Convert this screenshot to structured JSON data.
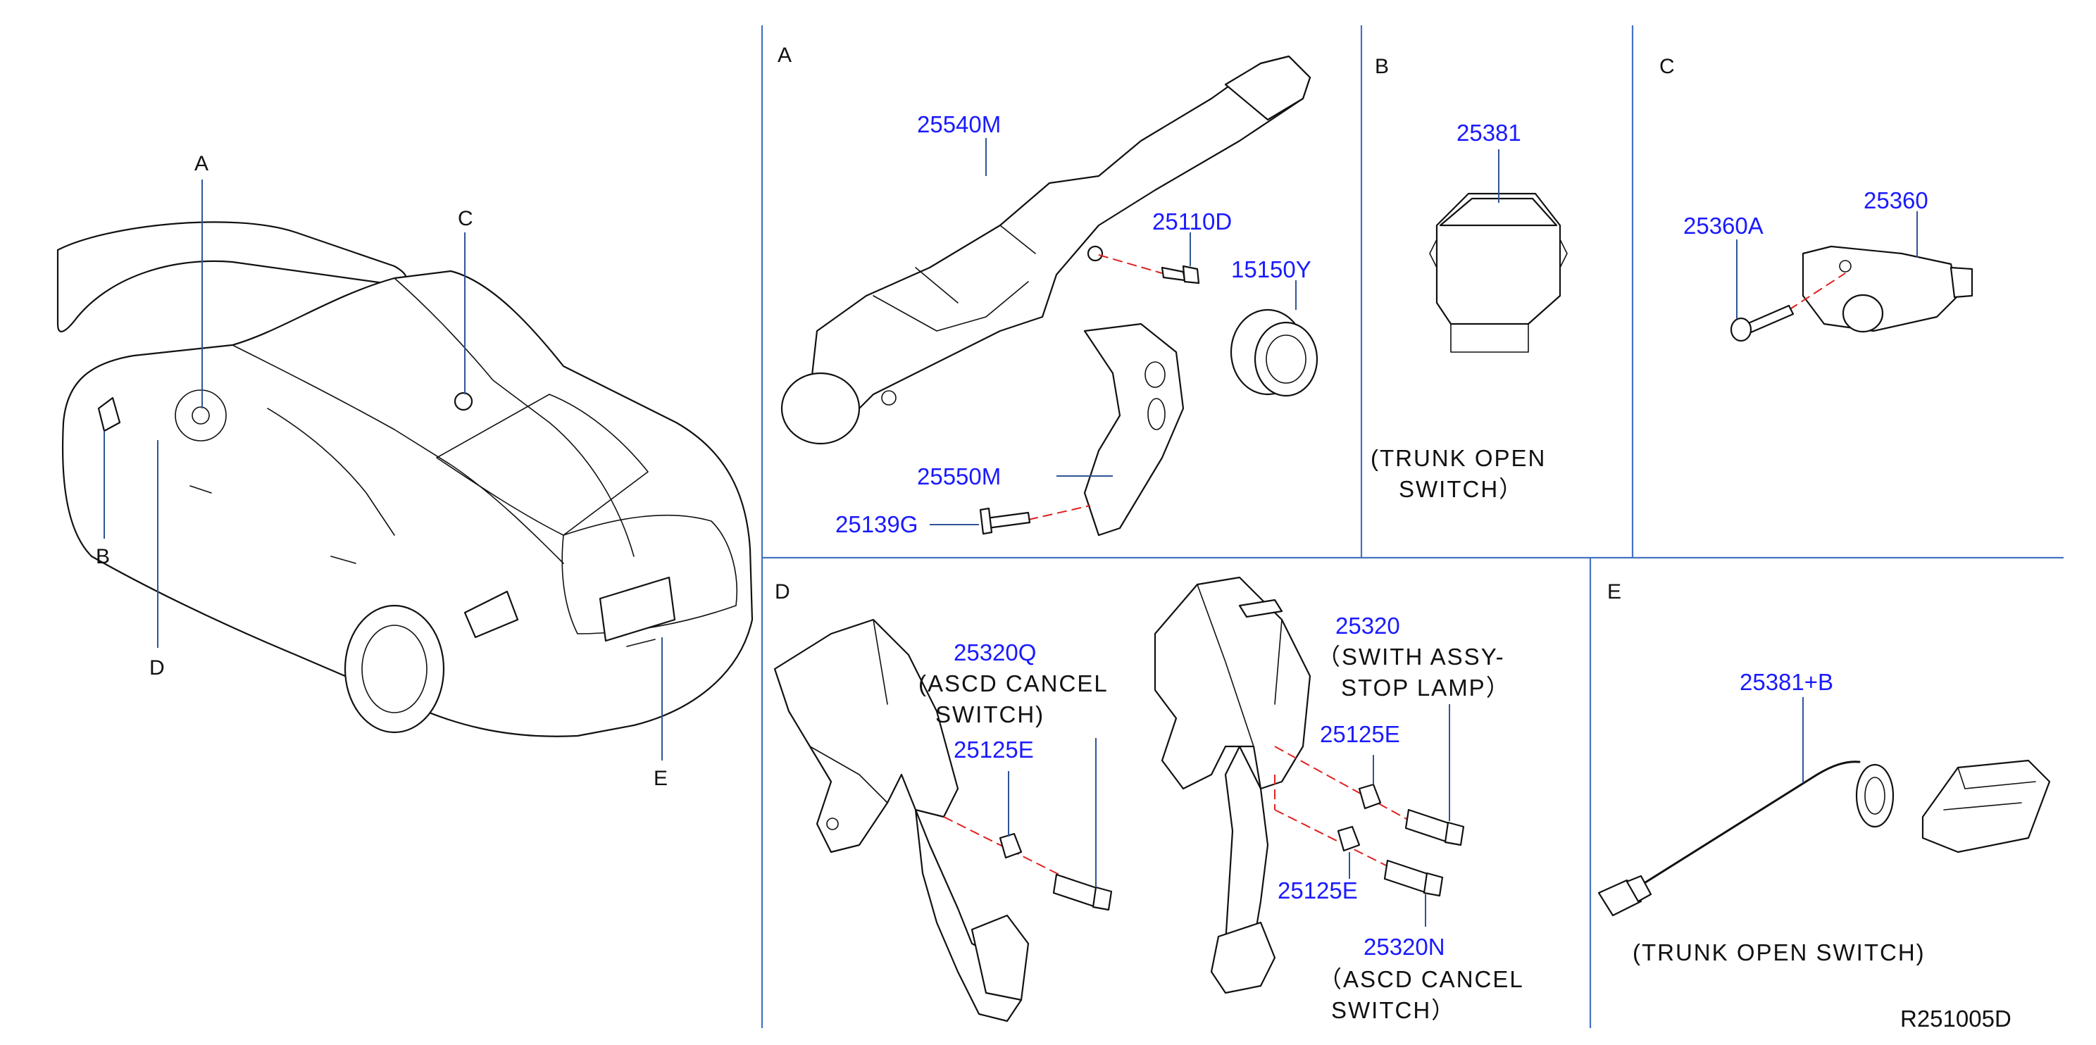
{
  "sections": {
    "A": "A",
    "B": "B",
    "C": "C",
    "D": "D",
    "E": "E"
  },
  "car_callouts": {
    "A": "A",
    "B": "B",
    "C": "C",
    "D": "D",
    "E": "E"
  },
  "parts": {
    "p25540M": "25540M",
    "p25110D": "25110D",
    "p15150Y": "15150Y",
    "p25550M": "25550M",
    "p25139G": "25139G",
    "p25381": "25381",
    "p25360A": "25360A",
    "p25360": "25360",
    "p25320Q": "25320Q",
    "p25125E_1": "25125E",
    "p25320": "25320",
    "p25125E_2": "25125E",
    "p25125E_3": "25125E",
    "p25320N": "25320N",
    "p25381B": "25381+B"
  },
  "notes": {
    "b_line1": "(TRUNK  OPEN",
    "b_line2": "SWITCH）",
    "d_ascd_line1": "(ASCD  CANCEL",
    "d_ascd_line2": "SWITCH)",
    "d_stop_line1": "（SWITH  ASSY-",
    "d_stop_line2": "STOP  LAMP）",
    "d_ascd2_line1": "（ASCD  CANCEL",
    "d_ascd2_line2": "SWITCH）",
    "e_line": "(TRUNK  OPEN  SWITCH)"
  },
  "drawing_code": "R251005D",
  "colors": {
    "part_number": "#1a1aff",
    "leader": "#2f5597",
    "dashed_axis": "#e02020",
    "divider": "#4472c4"
  }
}
